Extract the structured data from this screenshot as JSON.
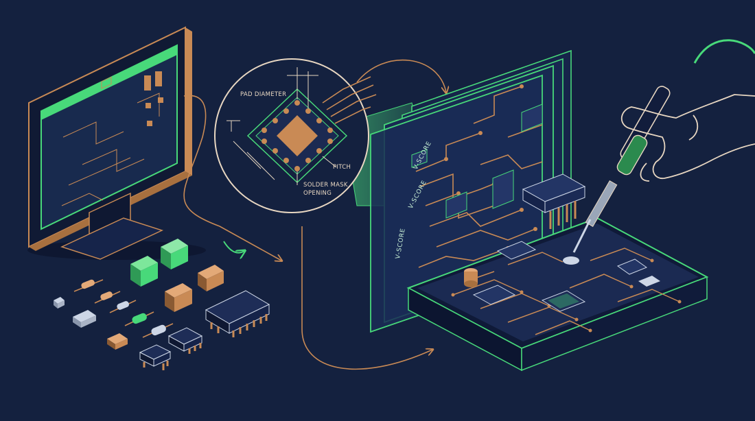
{
  "colors": {
    "background": "#14213f",
    "copper": "#c98a55",
    "copper_light": "#e3a978",
    "green": "#48d97a",
    "green_dark": "#1f6a3d",
    "board": "#1b2a52",
    "line_cream": "#e8d7c2"
  },
  "zoom_callout": {
    "pad_diameter": "PAD DIAMETER",
    "pitch": "PITCH",
    "solder_mask_line1": "SOLDER MASK",
    "solder_mask_line2": "OPENING"
  },
  "panel_labels": {
    "v_score_top": "V-SCORE",
    "v_score_mid": "V-SCORE",
    "v_score_left": "V-SCORE"
  },
  "icons": [
    "monitor-icon",
    "components-icon",
    "magnifier-icon",
    "pcb-panel-icon",
    "soldering-iron-icon",
    "hand-icon"
  ]
}
